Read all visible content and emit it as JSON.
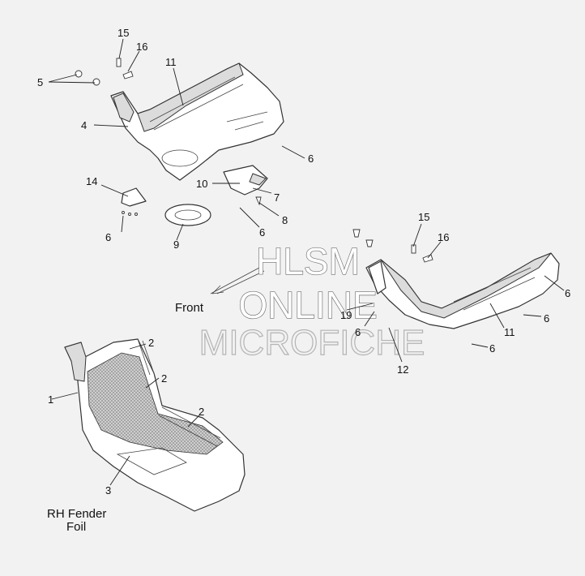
{
  "watermark": {
    "line1": "HLSM",
    "line2": "ONLINE",
    "line3": "MICROFICHE"
  },
  "direction_label": "Front",
  "caption": {
    "line1": "RH Fender",
    "line2": "Foil"
  },
  "callouts": {
    "c15a": "15",
    "c16a": "16",
    "c11a": "11",
    "c5": "5",
    "c4": "4",
    "c6a": "6",
    "c10": "10",
    "c14": "14",
    "c7": "7",
    "c8": "8",
    "c6b": "6",
    "c6c": "6",
    "c9": "9",
    "c15b": "15",
    "c16b": "16",
    "c6d": "6",
    "c6e": "6",
    "c19": "19",
    "c6f": "6",
    "c11b": "11",
    "c6g": "6",
    "c12": "12",
    "c2a": "2",
    "c2b": "2",
    "c1": "1",
    "c2c": "2",
    "c3": "3"
  }
}
